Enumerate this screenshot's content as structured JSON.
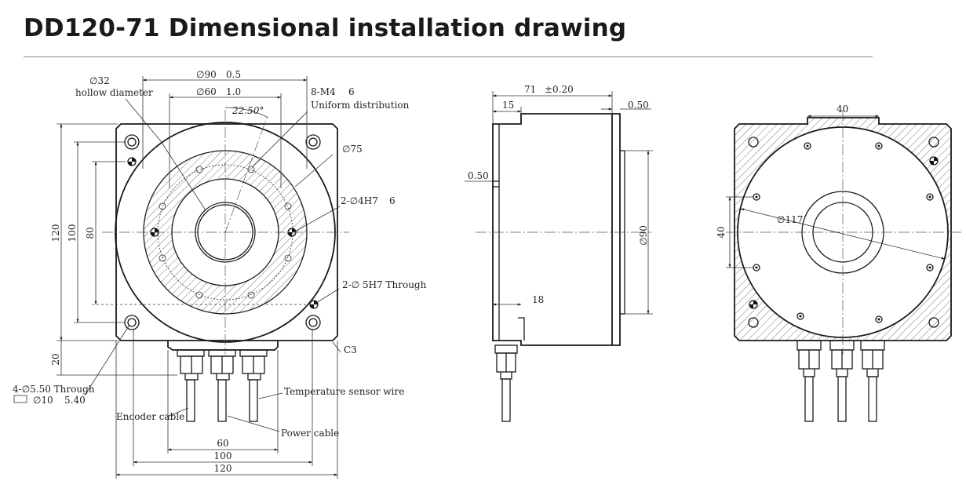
{
  "title": "DD120-71 Dimensional installation drawing",
  "front_view": {
    "hollow_dia": "∅32",
    "hollow_label": "hollow diameter",
    "dia90": "∅90",
    "dia90_depth": "0.5",
    "dia60": "∅60",
    "dia60_depth": "1.0",
    "angle": "22.50°",
    "tapped": "8-M4",
    "tapped_depth": "6",
    "uniform": "Uniform distribution",
    "dia75": "∅75",
    "pin_holes": "2-∅4H7",
    "pin_depth": "6",
    "through_holes": "2-∅ 5H7  Through",
    "chamfer": "C3",
    "mount_holes": "4-∅5.50  Through",
    "counterbore": "∅10",
    "counterbore_depth": "5.40",
    "encoder_cable": "Encoder cable",
    "temp_wire": "Temperature sensor wire",
    "power_cable": "Power cable",
    "dim_120_v": "120",
    "dim_100_v": "100",
    "dim_80_v": "80",
    "dim_20_v": "20",
    "dim_60_h": "60",
    "dim_100_h": "100",
    "dim_120_h": "120"
  },
  "side_view": {
    "length": "71",
    "tolerance": "±0.20",
    "dim15": "15",
    "dim050_top": "0.50",
    "dim050_left": "0.50",
    "dim18": "18",
    "dia90": "∅90"
  },
  "rear_view": {
    "dim40_top": "40",
    "dim40_side": "40",
    "dia117": "∅117"
  },
  "colors": {
    "line": "#1a1a1a",
    "text": "#222222",
    "rule": "#8a8a8a"
  }
}
